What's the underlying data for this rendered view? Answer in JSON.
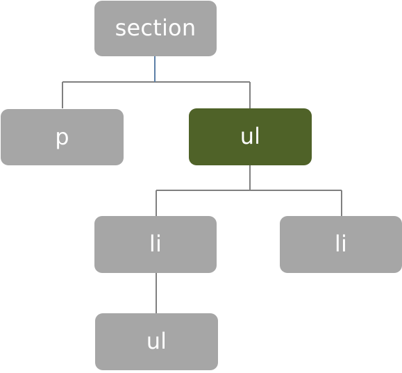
{
  "diagram": {
    "nodes": {
      "section": {
        "label": "section",
        "fill": "#a6a6a6",
        "highlighted": false
      },
      "p": {
        "label": "p",
        "fill": "#a6a6a6",
        "highlighted": false
      },
      "ul_top": {
        "label": "ul",
        "fill": "#4f6228",
        "highlighted": true
      },
      "li_left": {
        "label": "li",
        "fill": "#a6a6a6",
        "highlighted": false
      },
      "li_right": {
        "label": "li",
        "fill": "#a6a6a6",
        "highlighted": false
      },
      "ul_bottom": {
        "label": "ul",
        "fill": "#a6a6a6",
        "highlighted": false
      }
    },
    "edges": [
      [
        "section",
        "p"
      ],
      [
        "section",
        "ul_top"
      ],
      [
        "ul_top",
        "li_left"
      ],
      [
        "ul_top",
        "li_right"
      ],
      [
        "li_left",
        "ul_bottom"
      ]
    ],
    "colors": {
      "text": "#ffffff",
      "connector": "#7f7f7f",
      "connector_accent": "#5b7fa6",
      "node_default": "#a6a6a6",
      "node_highlight": "#4f6228"
    }
  }
}
